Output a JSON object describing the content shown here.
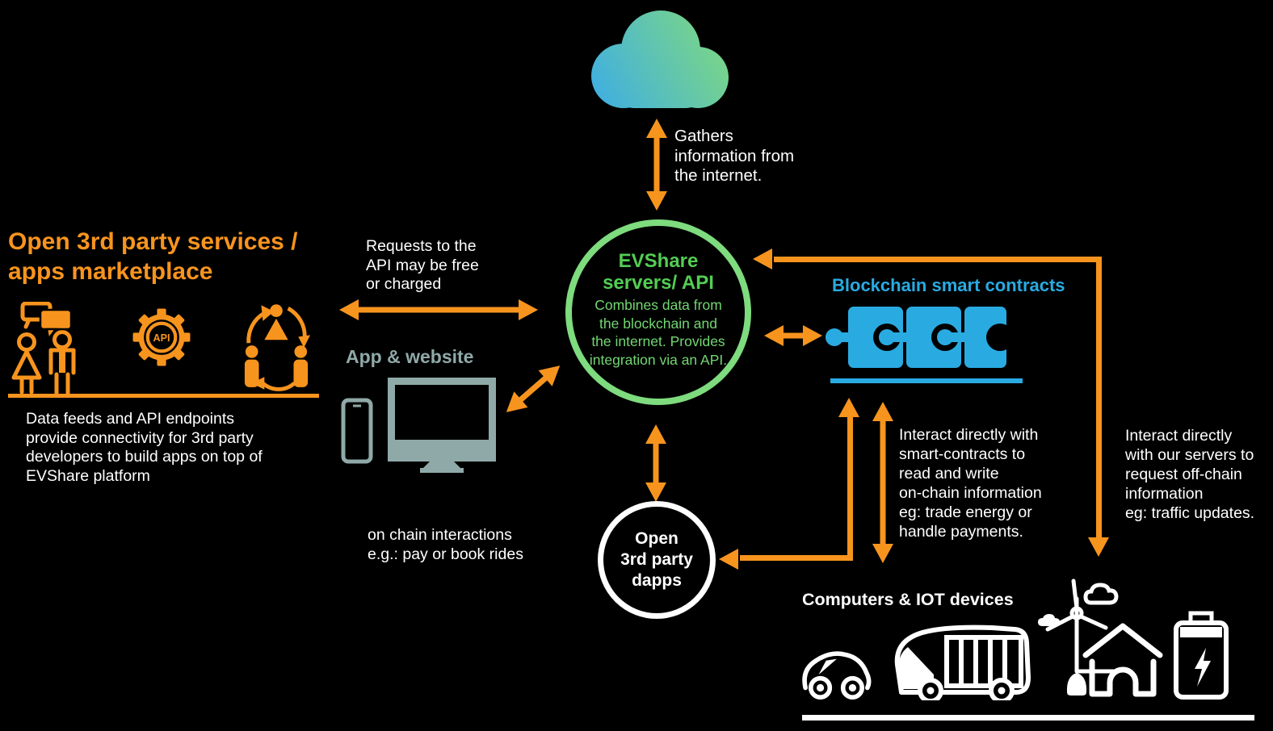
{
  "colors": {
    "background": "#000000",
    "orange": "#F7941E",
    "green_border": "#7EDB7E",
    "green_title": "#53CD53",
    "green_body": "#72D672",
    "blue": "#29ABE2",
    "gray_blue": "#8FA9A8",
    "white": "#FFFFFF",
    "cloud_gradient_start": "#3FAEE3",
    "cloud_gradient_end": "#7FD97F"
  },
  "internet": {
    "note": "Gathers\ninformation from\nthe internet."
  },
  "evshare": {
    "title": "EVShare\nservers/ API",
    "body": "Combines data from\nthe blockchain and\nthe internet. Provides\nintegration via an API."
  },
  "marketplace": {
    "heading": "Open 3rd party services /\napps marketplace",
    "api_label": "API",
    "description": "Data feeds and API endpoints\nprovide  connectivity for 3rd party\ndevelopers to build apps on top of\nEVShare platform"
  },
  "api_requests": {
    "note": "Requests to the\nAPI may be free\nor charged"
  },
  "app_website": {
    "heading": "App & website",
    "note": "on chain interactions\ne.g.: pay or book rides"
  },
  "blockchain": {
    "heading": "Blockchain smart contracts",
    "note": "Interact directly with\nsmart-contracts  to\nread and write\non-chain information\neg: trade energy or\nhandle payments."
  },
  "dapps": {
    "label": "Open\n3rd party\ndapps"
  },
  "servers_access": {
    "note": "Interact directly\nwith our servers to\nrequest off-chain\ninformation\neg: traffic updates."
  },
  "iot": {
    "heading": "Computers & IOT devices"
  }
}
